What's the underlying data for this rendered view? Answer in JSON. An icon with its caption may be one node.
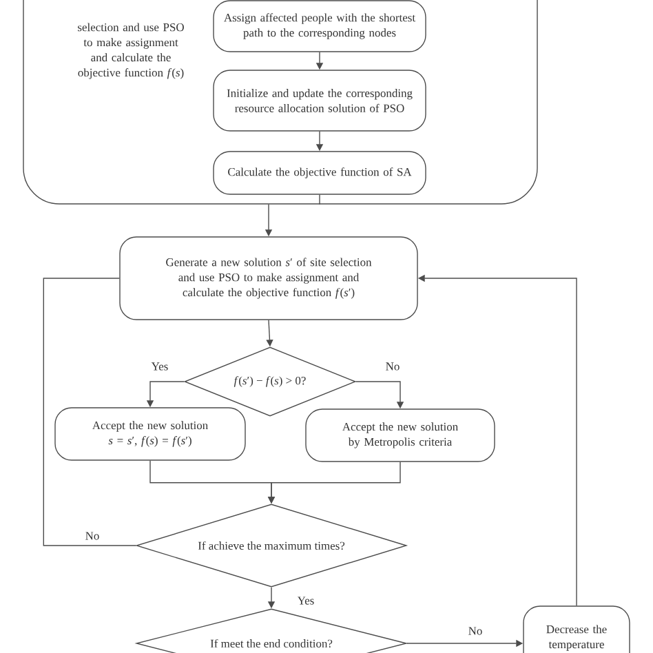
{
  "diagram": {
    "nodes": [
      {
        "text": [
          "selection and use PSO to make assignment and calculate the objective function *f*(*s*)"
        ]
      },
      {
        "text": [
          "Assign affected people with the shortest path to the corresponding nodes"
        ],
        "in": 0
      },
      {
        "text": [
          "Initialize and update the corresponding resource allocation solution of PSO"
        ],
        "in": 0
      },
      {
        "text": [
          "Calculate the objective function of SA"
        ],
        "in": 0
      },
      {
        "text": [
          "Generate a new solution *s*′ of site selection and use PSO to make assignment and calculate the objective function *f*(*s*′)"
        ]
      },
      {
        "text": [
          "*f*(*s*′) − *f*(*s*) > 0?"
        ]
      },
      {
        "text": [
          "Accept the new solution *s* = *s*′, *f*(*s*) = *f*(*s*′)"
        ]
      },
      {
        "text": [
          "Accept the new solution by Metropolis criteria"
        ]
      },
      {
        "text": [
          "If achieve the maximum times?"
        ]
      },
      {
        "text": [
          "If meet the end condition?"
        ]
      },
      {
        "text": [
          "Decrease the temperature"
        ]
      }
    ],
    "edges": [
      {
        "from": 1,
        "to": 2,
        "arrow": "to"
      },
      {
        "from": 2,
        "to": 3,
        "arrow": "to"
      },
      {
        "from": 3,
        "to": 0,
        "arrow": "none"
      },
      {
        "from": 0,
        "to": 4,
        "arrow": "to"
      },
      {
        "from": 4,
        "to": 5,
        "arrow": "to"
      },
      {
        "from": 5,
        "to": 6,
        "arrow": "to",
        "label": "Yes"
      },
      {
        "from": 5,
        "to": 7,
        "arrow": "to",
        "label": "No"
      },
      {
        "from": 6,
        "to": 8,
        "arrow": "to"
      },
      {
        "from": 7,
        "to": 8,
        "arrow": "to"
      },
      {
        "from": 8,
        "to": 4,
        "arrow": "none",
        "label": "No"
      },
      {
        "from": 8,
        "to": 9,
        "arrow": "to",
        "label": "Yes"
      },
      {
        "from": 9,
        "to": 10,
        "arrow": "to",
        "label": "No"
      },
      {
        "from": 10,
        "to": 4,
        "arrow": "to"
      }
    ]
  }
}
